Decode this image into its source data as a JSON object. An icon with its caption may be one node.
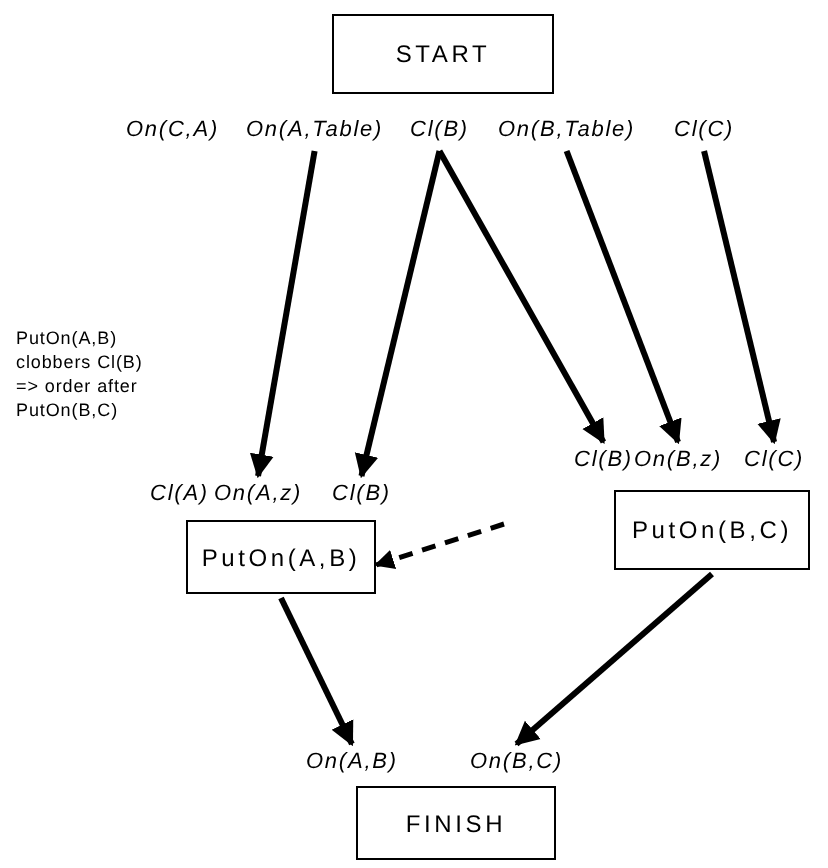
{
  "diagram": {
    "nodes": [
      {
        "text": [
          "START"
        ]
      },
      {
        "text": [
          "On(C,A)"
        ]
      },
      {
        "text": [
          "On(A,Table)"
        ]
      },
      {
        "text": [
          "Cl(B)"
        ]
      },
      {
        "text": [
          "On(B,Table)"
        ]
      },
      {
        "text": [
          "Cl(C)"
        ]
      },
      {
        "text": [
          "Cl(A)"
        ]
      },
      {
        "text": [
          "On(A,z)"
        ]
      },
      {
        "text": [
          "Cl(B)"
        ]
      },
      {
        "text": [
          "Cl(B)"
        ]
      },
      {
        "text": [
          "On(B,z)"
        ]
      },
      {
        "text": [
          "Cl(C)"
        ]
      },
      {
        "text": [
          "PutOn(A,B)"
        ]
      },
      {
        "text": [
          "PutOn(B,C)"
        ]
      },
      {
        "text": [
          "On(A,B)"
        ]
      },
      {
        "text": [
          "On(B,C)"
        ]
      },
      {
        "text": [
          "FINISH"
        ]
      }
    ],
    "edges": [
      {
        "from": 2,
        "to": 7,
        "arrow": "to"
      },
      {
        "from": 3,
        "to": 8,
        "arrow": "to"
      },
      {
        "from": 3,
        "to": 9,
        "arrow": "to"
      },
      {
        "from": 4,
        "to": 10,
        "arrow": "to"
      },
      {
        "from": 5,
        "to": 11,
        "arrow": "to"
      },
      {
        "from": null,
        "to": 12,
        "arrow": "to",
        "style": "dashed"
      },
      {
        "from": 12,
        "to": 14,
        "arrow": "to"
      },
      {
        "from": 13,
        "to": 15,
        "arrow": "to"
      }
    ],
    "labels": [
      "PutOn(A,B) clobbers Cl(B) => order after PutOn(B,C)"
    ]
  }
}
